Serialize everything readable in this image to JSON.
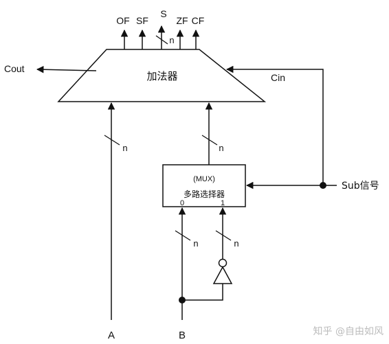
{
  "diagram": {
    "adder": {
      "label": "加法器",
      "flags": {
        "of": "OF",
        "sf": "SF",
        "s": "S",
        "zf": "ZF",
        "cf": "CF"
      },
      "s_width": "n",
      "carry_out": "Cout",
      "carry_in": "Cin"
    },
    "mux": {
      "title": "(MUX)",
      "subtitle": "多路选择器",
      "input0": "0",
      "input1": "1"
    },
    "control": {
      "sub_signal": "Sub信号"
    },
    "inputs": {
      "a": "A",
      "b": "B"
    },
    "bus_width": {
      "a_bus": "n",
      "mux_out_bus": "n",
      "b_bus": "n",
      "b_inverted_bus": "n"
    },
    "watermark": "知乎 @自由如风"
  }
}
